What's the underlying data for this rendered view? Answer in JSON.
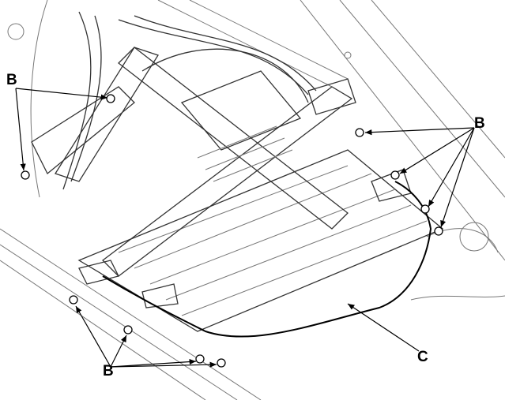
{
  "labels": {
    "b_top_left": "B",
    "b_right": "B",
    "b_bottom": "B",
    "c": "C"
  }
}
